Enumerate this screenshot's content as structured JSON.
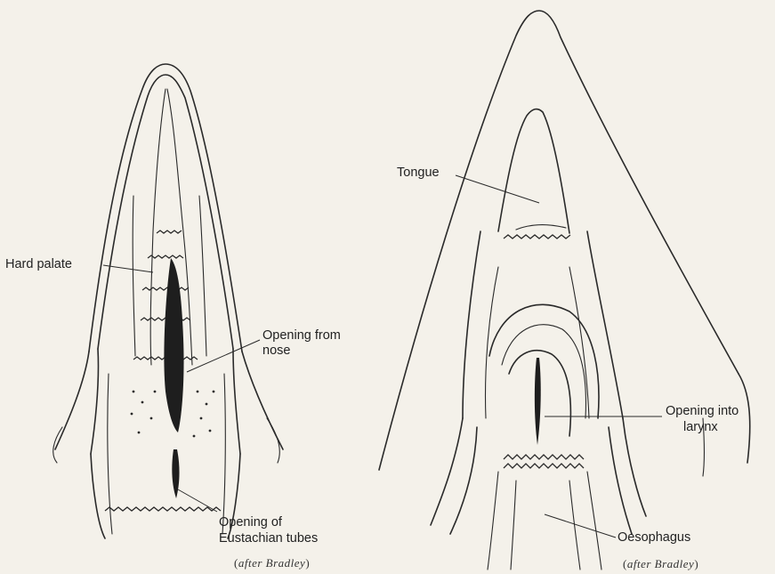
{
  "left_figure": {
    "labels": {
      "hard_palate": "Hard palate",
      "opening_from_nose_1": "Opening from",
      "opening_from_nose_2": "nose",
      "eustachian_1": "Opening of",
      "eustachian_2": "Eustachian tubes"
    },
    "credit": {
      "open": "(",
      "text": "after Bradley",
      "close": ")"
    }
  },
  "right_figure": {
    "labels": {
      "tongue": "Tongue",
      "larynx_1": "Opening into",
      "larynx_2": "larynx",
      "oesophagus": "Oesophagus"
    },
    "credit": {
      "open": "(",
      "text": "after Bradley",
      "close": ")"
    }
  }
}
